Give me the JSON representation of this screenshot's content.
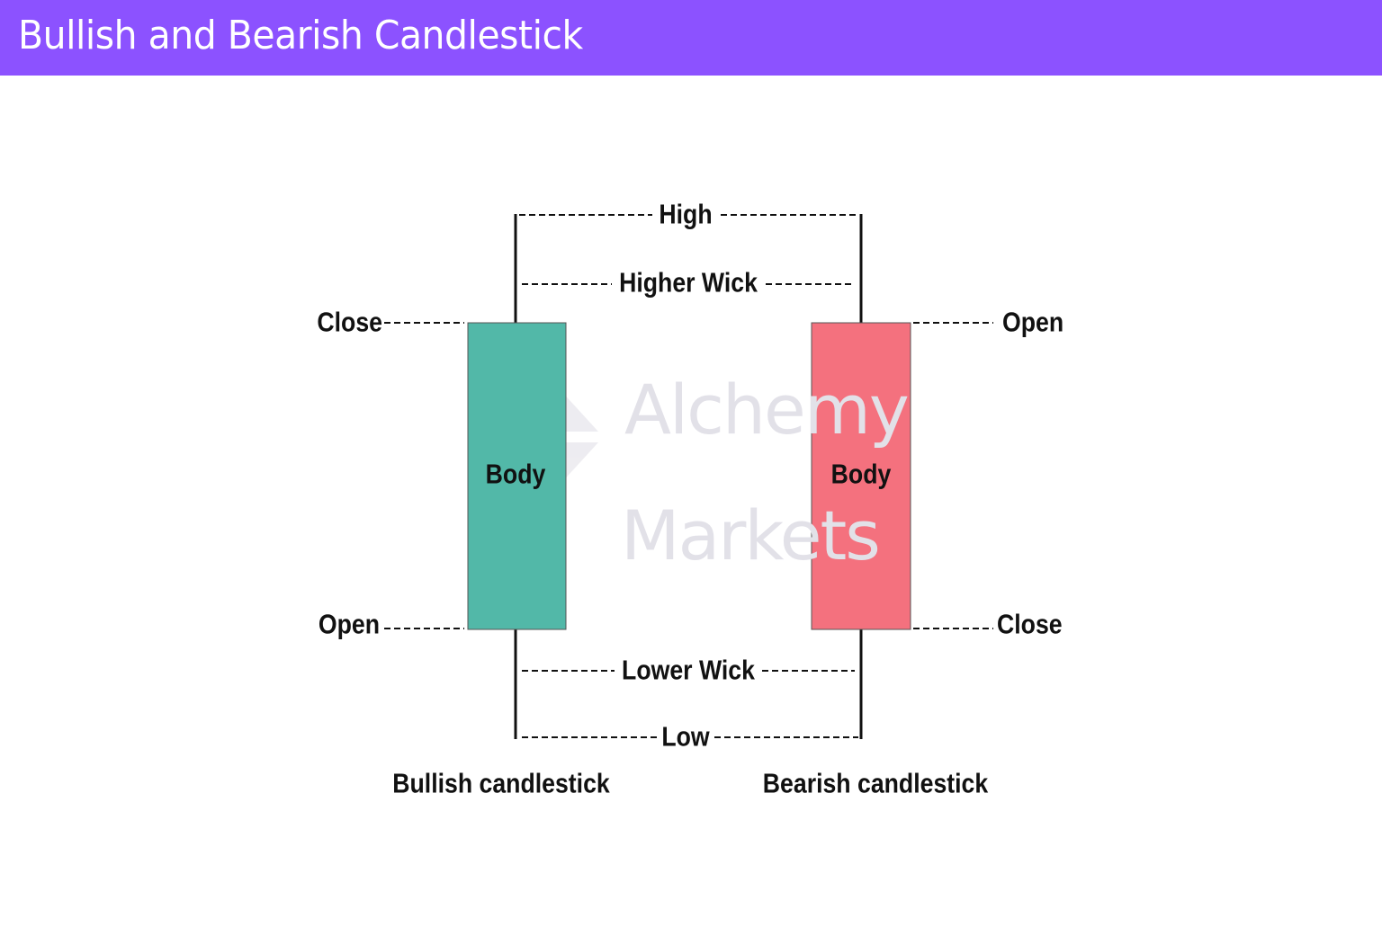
{
  "header": {
    "title": "Bullish and Bearish Candlestick",
    "background": "#8c52ff"
  },
  "watermark": {
    "line1": "Alchemy",
    "line2": "Markets"
  },
  "diagram": {
    "high": "High",
    "higher_wick": "Higher Wick",
    "lower_wick": "Lower Wick",
    "low": "Low",
    "bullish": {
      "close": "Close",
      "open": "Open",
      "body": "Body",
      "caption": "Bullish candlestick",
      "color": "#52b8a8"
    },
    "bearish": {
      "open": "Open",
      "close": "Close",
      "body": "Body",
      "caption": "Bearish candlestick",
      "color": "#f4717e"
    }
  }
}
